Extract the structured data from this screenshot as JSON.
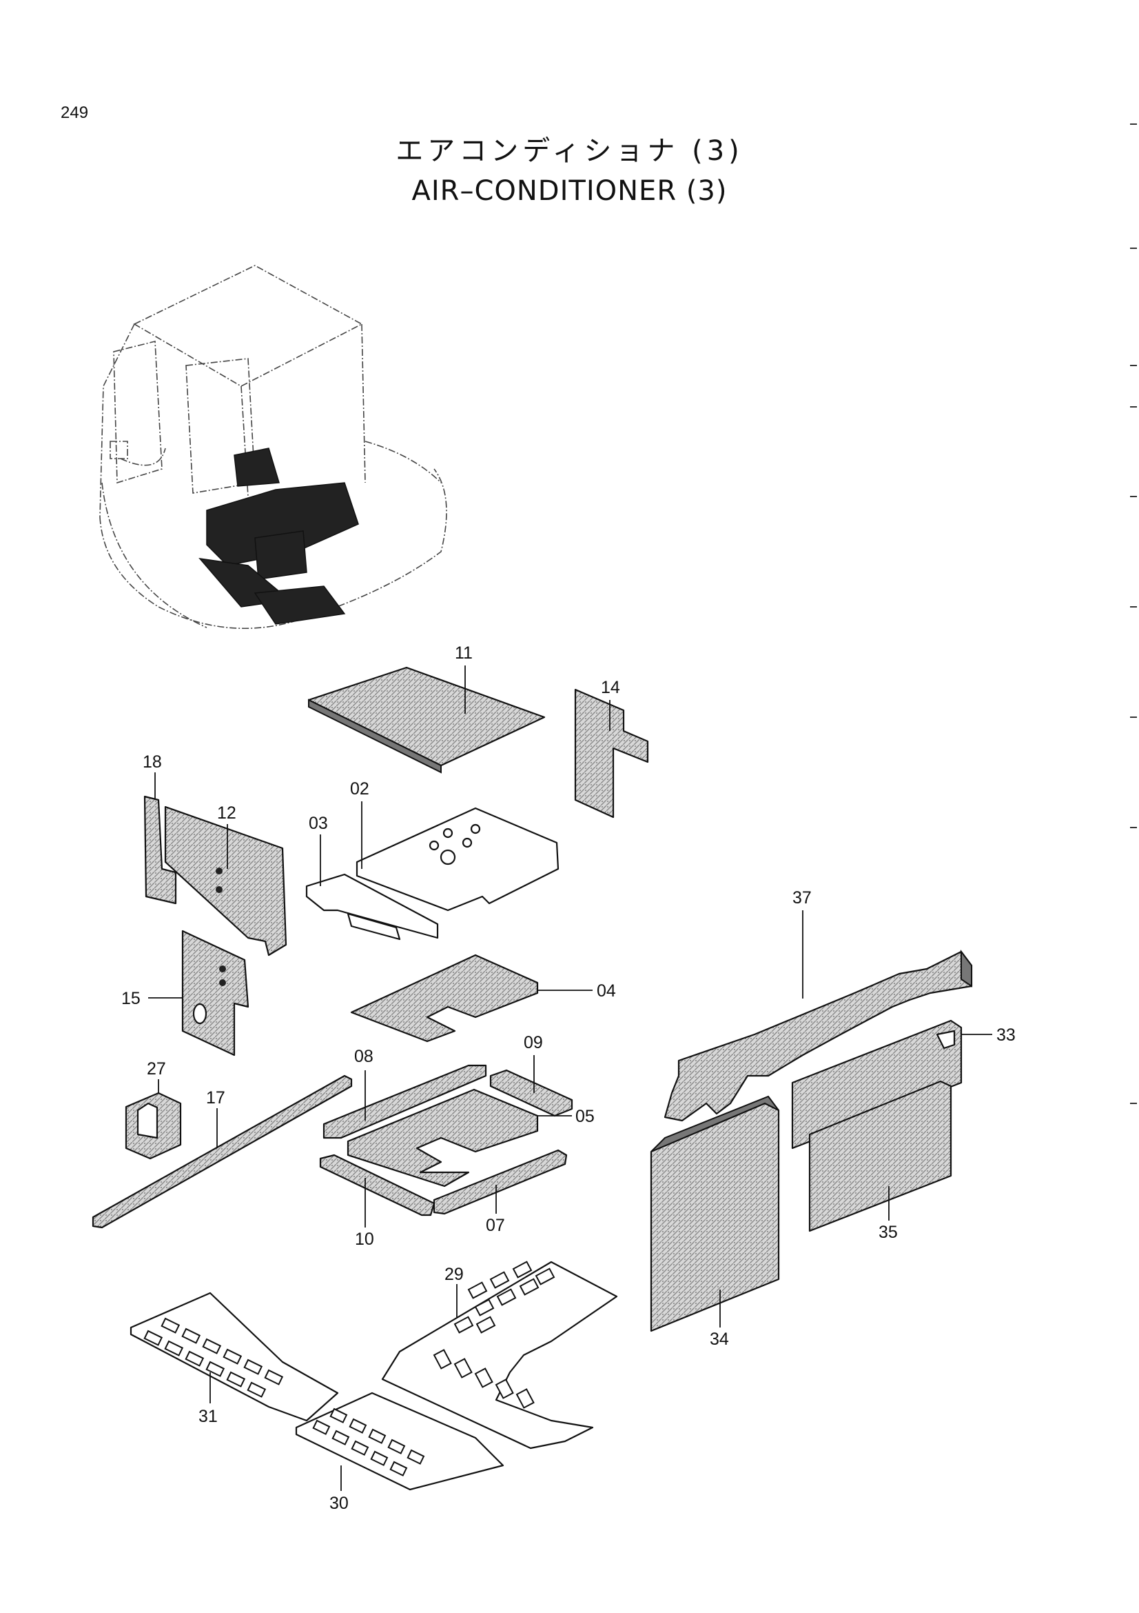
{
  "page_number": "249",
  "title_ja": "エアコンディショナ (3)",
  "title_en": "AIR–CONDITIONER (3)",
  "part_labels": [
    "11",
    "14",
    "18",
    "12",
    "02",
    "03",
    "04",
    "15",
    "37",
    "33",
    "09",
    "08",
    "27",
    "17",
    "05",
    "10",
    "07",
    "35",
    "34",
    "29",
    "31",
    "30"
  ]
}
